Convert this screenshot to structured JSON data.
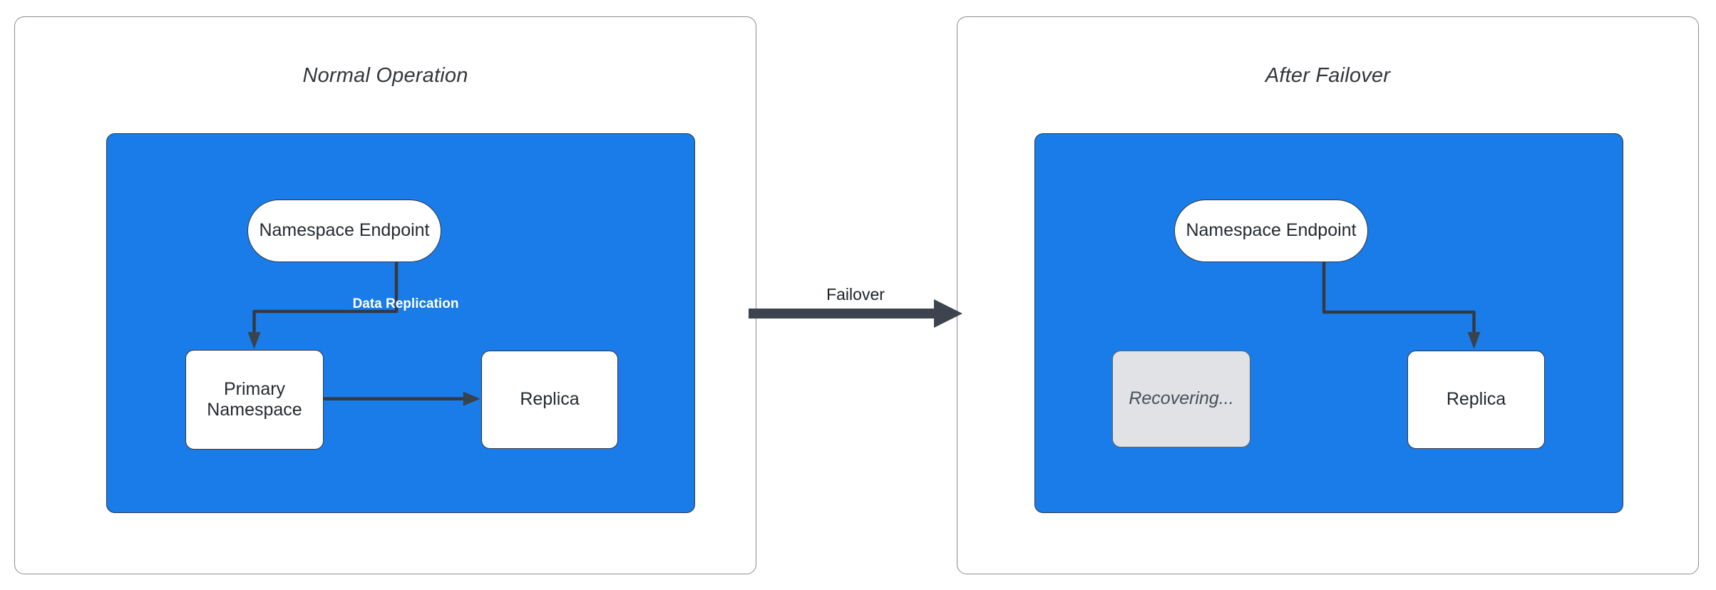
{
  "diagram": {
    "title_left": "Normal Operation",
    "title_right": "After Failover",
    "transition_label": "Failover",
    "colors": {
      "zone_fill": "#1a7ce8",
      "node_fill": "#ffffff",
      "node_stroke": "#2f3640",
      "muted_fill": "#e0e2e6",
      "edge_stroke": "#333a42",
      "panel_stroke": "#888c90",
      "label_text": "#ffffff"
    },
    "panels": [
      {
        "id": "normal-operation",
        "title": "Normal Operation",
        "nodes": [
          {
            "id": "endpoint",
            "label": "Namespace Endpoint",
            "shape": "pill",
            "state": "active"
          },
          {
            "id": "primary",
            "label": "Primary\nNamespace",
            "label_line1": "Primary",
            "label_line2": "Namespace",
            "shape": "rect",
            "state": "active"
          },
          {
            "id": "replica",
            "label": "Replica",
            "shape": "rect",
            "state": "active"
          }
        ],
        "edges": [
          {
            "from": "endpoint",
            "to": "primary",
            "label": ""
          },
          {
            "from": "primary",
            "to": "replica",
            "label": "Data Replication"
          }
        ]
      },
      {
        "id": "after-failover",
        "title": "After Failover",
        "nodes": [
          {
            "id": "endpoint",
            "label": "Namespace Endpoint",
            "shape": "pill",
            "state": "active"
          },
          {
            "id": "recovering",
            "label": "Recovering...",
            "shape": "rect",
            "state": "muted"
          },
          {
            "id": "replica",
            "label": "Replica",
            "shape": "rect",
            "state": "active"
          }
        ],
        "edges": [
          {
            "from": "endpoint",
            "to": "replica",
            "label": ""
          }
        ]
      }
    ]
  }
}
